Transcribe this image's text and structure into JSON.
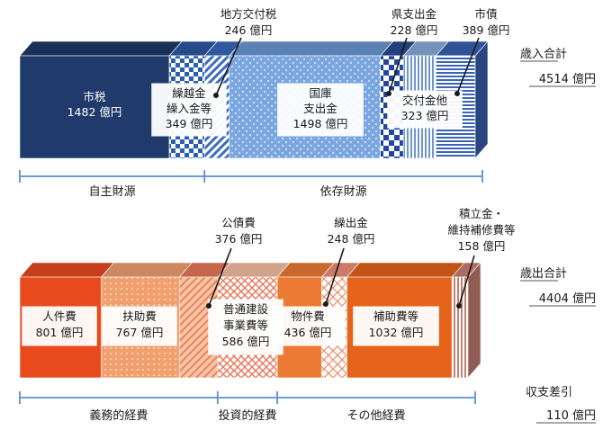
{
  "chart_data": [
    {
      "type": "bar",
      "chart_id": "revenue",
      "unit": "億円",
      "total_label": "歳入合計",
      "total_value": 4514,
      "segments": [
        {
          "label": "市税",
          "value": 1482,
          "color": "#1f3a6b"
        },
        {
          "label": "繰越金\n繰入金等",
          "value": 349,
          "color": "#2e5aa8"
        },
        {
          "label": "地方交付税",
          "value": 246,
          "color": "#3a6cc0"
        },
        {
          "label": "国庫\n支出金",
          "value": 1498,
          "color": "#6f9fdc"
        },
        {
          "label": "県支出金",
          "value": 228,
          "color": "#2a4d9a"
        },
        {
          "label": "交付金他",
          "value": 323,
          "color": "#8fb2e4"
        },
        {
          "label": "市債",
          "value": 389,
          "color": "#3a64b8"
        }
      ],
      "groups": [
        {
          "label": "自主財源"
        },
        {
          "label": "依存財源"
        }
      ]
    },
    {
      "type": "bar",
      "chart_id": "expenditure",
      "unit": "億円",
      "total_label": "歳出合計",
      "total_value": 4404,
      "segments": [
        {
          "label": "人件費",
          "value": 801,
          "color": "#e84a1e"
        },
        {
          "label": "扶助費",
          "value": 767,
          "color": "#f2a070"
        },
        {
          "label": "公債費",
          "value": 376,
          "color": "#e8785a"
        },
        {
          "label": "普通建設\n事業費等",
          "value": 586,
          "color": "#f6c0a4"
        },
        {
          "label": "物件費",
          "value": 436,
          "color": "#ec7a34"
        },
        {
          "label": "繰出金",
          "value": 248,
          "color": "#f0907a"
        },
        {
          "label": "補助費等",
          "value": 1032,
          "color": "#e5631b"
        },
        {
          "label": "積立金・\n維持補修費等",
          "value": 158,
          "color": "#c88070"
        }
      ],
      "groups": [
        {
          "label": "義務的経費"
        },
        {
          "label": "投資的経費"
        },
        {
          "label": "その他経費"
        }
      ],
      "balance_label": "収支差引",
      "balance_value": 110
    }
  ]
}
